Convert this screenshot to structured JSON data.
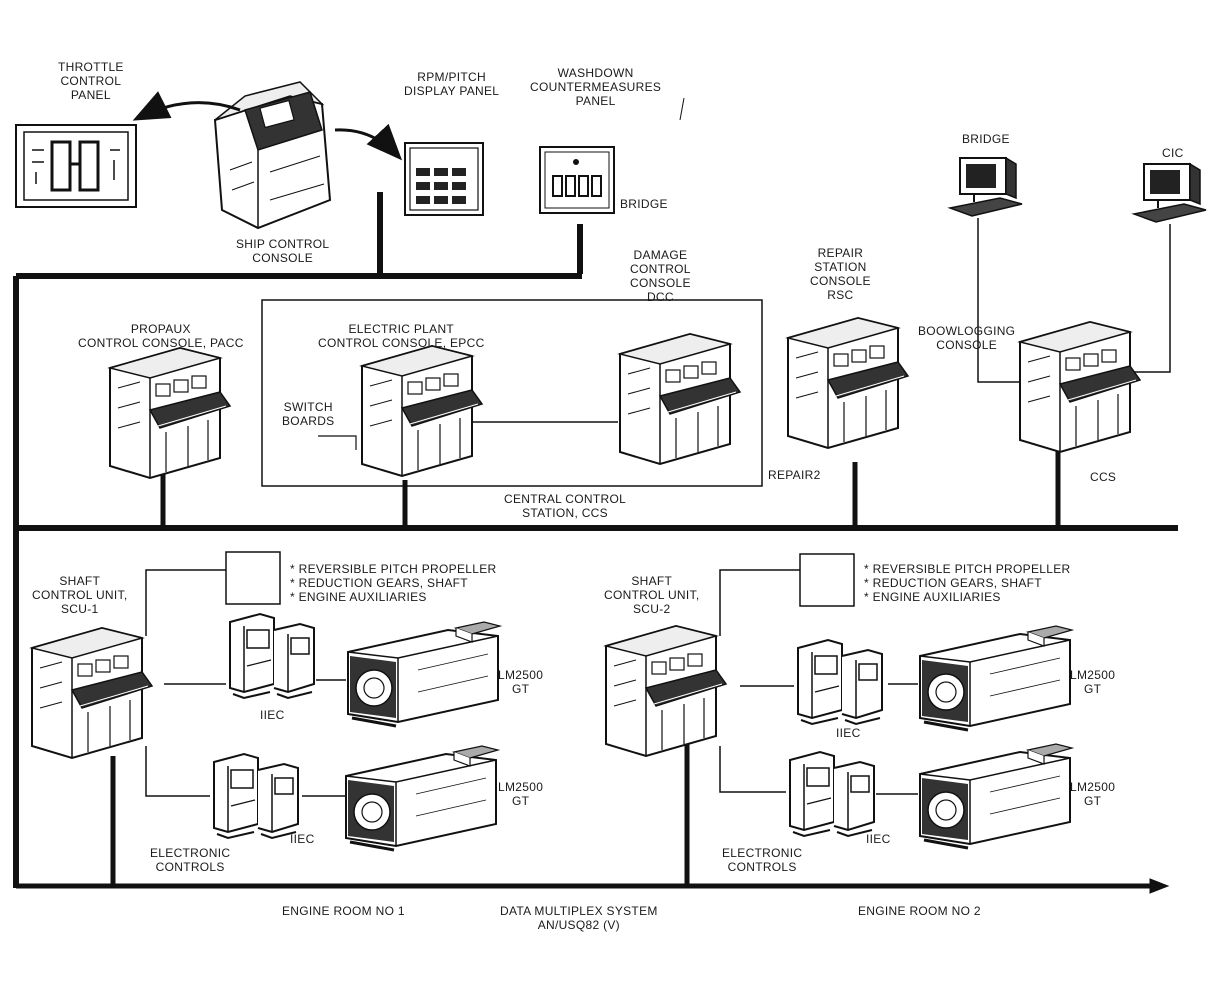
{
  "labels": {
    "throttle": [
      "THROTTLE",
      "CONTROL",
      "PANEL"
    ],
    "rpm_pitch": [
      "RPM/PITCH",
      "DISPLAY PANEL"
    ],
    "washdown": [
      "WASHDOWN",
      "COUNTERMEASURES",
      "PANEL"
    ],
    "ship_control": [
      "SHIP CONTROL",
      "CONSOLE"
    ],
    "bridge_tag": "BRIDGE",
    "bridge": "BRIDGE",
    "cic": "CIC",
    "damage_control": [
      "DAMAGE",
      "CONTROL",
      "CONSOLE",
      "DCC"
    ],
    "repair_station": [
      "REPAIR",
      "STATION",
      "CONSOLE",
      "RSC"
    ],
    "bookkeeping": [
      "BOOWLOGGING",
      "CONSOLE"
    ],
    "propaux": [
      "PROPAUX",
      "CONTROL CONSOLE, PACC"
    ],
    "epcc": [
      "ELECTRIC PLANT",
      "CONTROL CONSOLE, EPCC"
    ],
    "switchboards": [
      "SWITCH",
      "BOARDS"
    ],
    "repair2": "REPAIR2",
    "ccs_tag": "CCS",
    "central_control": [
      "CENTRAL CONTROL",
      "STATION, CCS"
    ],
    "bullets1": [
      "* REVERSIBLE PITCH PROPELLER",
      "* REDUCTION GEARS, SHAFT",
      "* ENGINE AUXILIARIES"
    ],
    "bullets2": [
      "* REVERSIBLE PITCH PROPELLER",
      "* REDUCTION GEARS, SHAFT",
      "* ENGINE AUXILIARIES"
    ],
    "scu1": [
      "SHAFT",
      "CONTROL UNIT,",
      "SCU-1"
    ],
    "scu2": [
      "SHAFT",
      "CONTROL UNIT,",
      "SCU-2"
    ],
    "iiec1a": "IIEC",
    "iiec1b": "IIEC",
    "iiec2a": "IIEC",
    "iiec2b": "IIEC",
    "gt1a": [
      "LM2500",
      "GT"
    ],
    "gt1b": [
      "LM2500",
      "GT"
    ],
    "gt2a": [
      "LM2500",
      "GT"
    ],
    "gt2b": [
      "LM2500",
      "GT"
    ],
    "elec1": [
      "ELECTRONIC",
      "CONTROLS"
    ],
    "elec2": [
      "ELECTRONIC",
      "CONTROLS"
    ],
    "engine_room1": "ENGINE ROOM NO 1",
    "engine_room2": "ENGINE ROOM NO 2",
    "dms": [
      "DATA MULTIPLEX SYSTEM",
      "AN/USQ82 (V)"
    ]
  },
  "colors": {
    "ink": "#111111",
    "paper": "#ffffff",
    "shade": "#d8d8d8"
  }
}
